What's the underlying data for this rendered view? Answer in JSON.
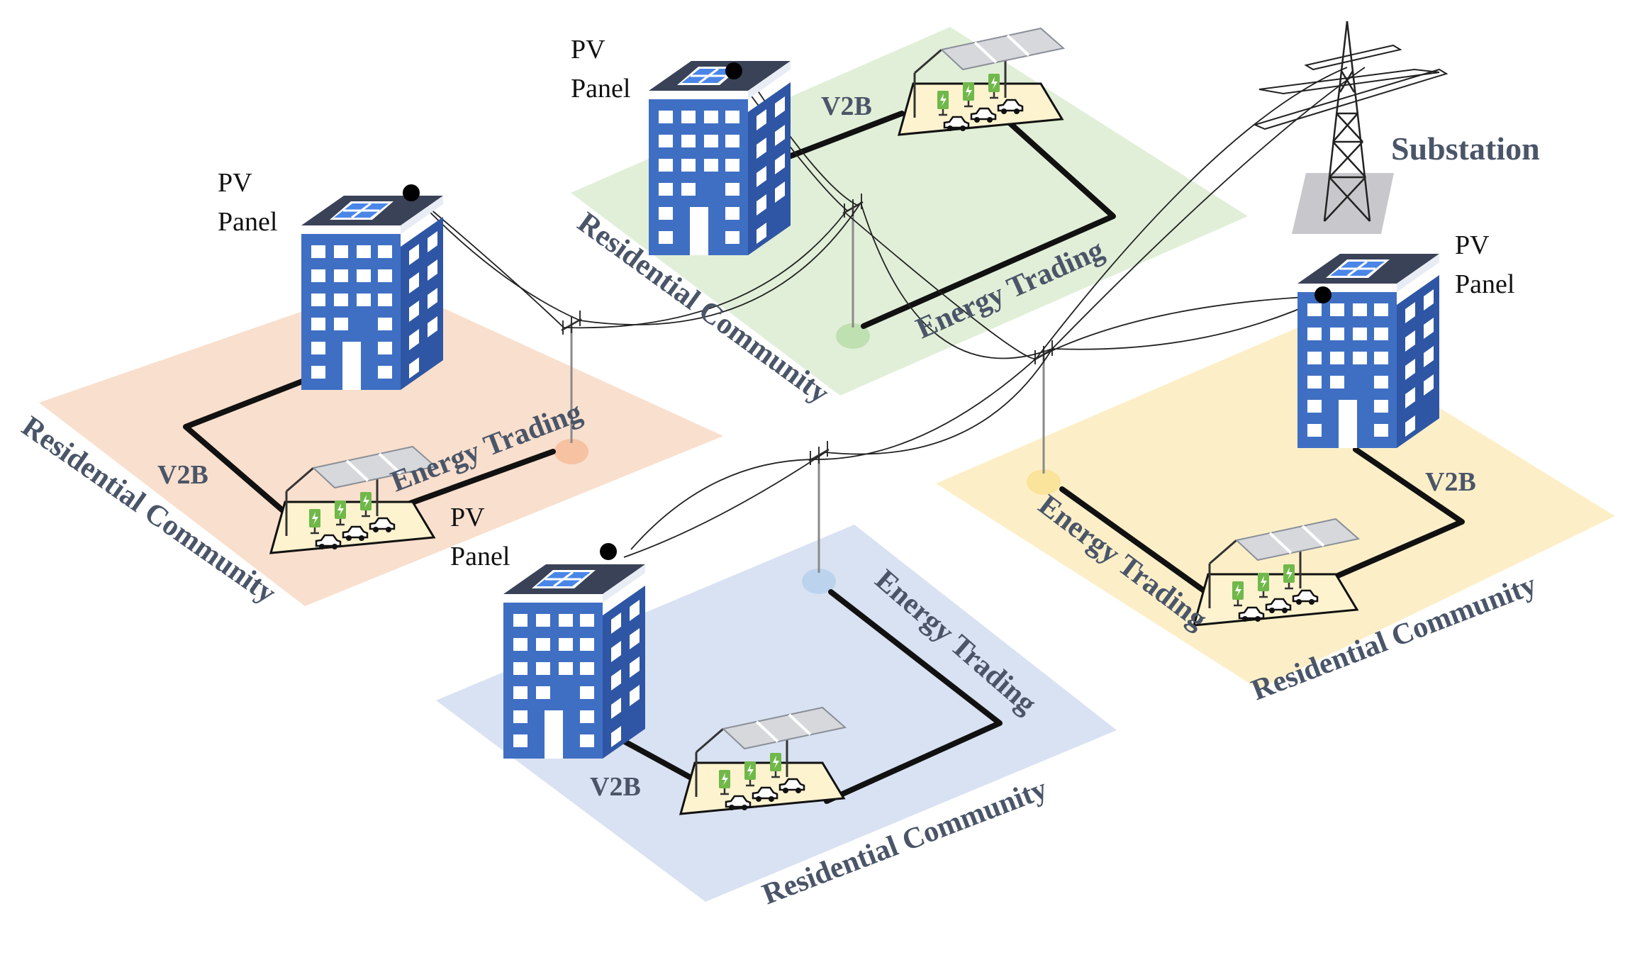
{
  "labels": {
    "pv_line1": "PV",
    "pv_line2": "Panel",
    "v2b": "V2B",
    "energy_trading": "Energy Trading",
    "residential_community": "Residential Community",
    "substation": "Substation"
  },
  "colors": {
    "community_left": "#f9dfcd",
    "community_top": "#e1efd8",
    "community_right": "#fcefc8",
    "community_bottom": "#d9e2f2",
    "building_front": "#3f6fc3",
    "building_side": "#2f56a4",
    "roof": "#3a4257",
    "solar_panel": "#4a86e8",
    "label_text": "#4a5568",
    "charger": "#70b84a",
    "carport_floor": "#fdf3cf",
    "node_left": "#f6c2a2",
    "node_top": "#bfe0b0",
    "node_right": "#fae39a",
    "node_bottom": "#bcd3ee"
  }
}
